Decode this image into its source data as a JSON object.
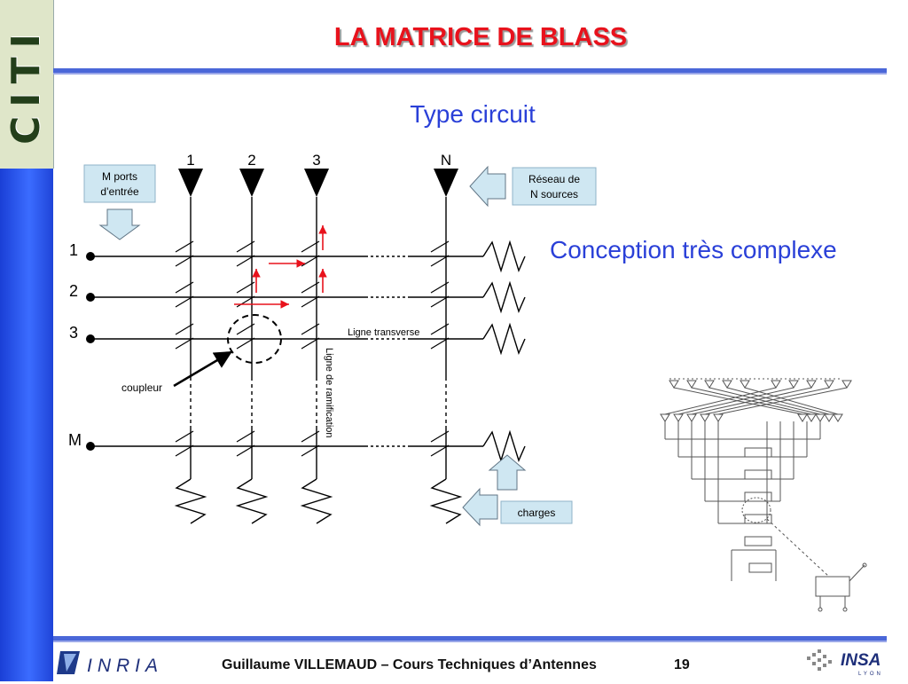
{
  "slide": {
    "title": "LA MATRICE DE BLASS",
    "subtitle": "Type circuit",
    "note": "Conception très complexe",
    "logo_text": "CITI",
    "footer": "Guillaume VILLEMAUD – Cours Techniques d’Antennes",
    "page_number": "19",
    "inria_logo_text": "INRIA",
    "insa_logo_text": "INSA",
    "insa_small_text": "LYON"
  },
  "diagram": {
    "column_labels": [
      "1",
      "2",
      "3",
      "N"
    ],
    "row_labels": [
      "1",
      "2",
      "3",
      "M"
    ],
    "box_input_line1": "M ports",
    "box_input_line2": "d’entrée",
    "box_sources_line1": "Réseau de",
    "box_sources_line2": "N sources",
    "box_charges": "charges",
    "label_transverse": "Ligne transverse",
    "label_ramification": "Ligne de ramification",
    "label_coupler": "coupleur"
  },
  "colors": {
    "title": "#e8121c",
    "blue_text": "#2a40d8",
    "sidebar": "#2f5bf0",
    "box_fill": "#cfe7f2",
    "arrow_red": "#e8121c"
  }
}
